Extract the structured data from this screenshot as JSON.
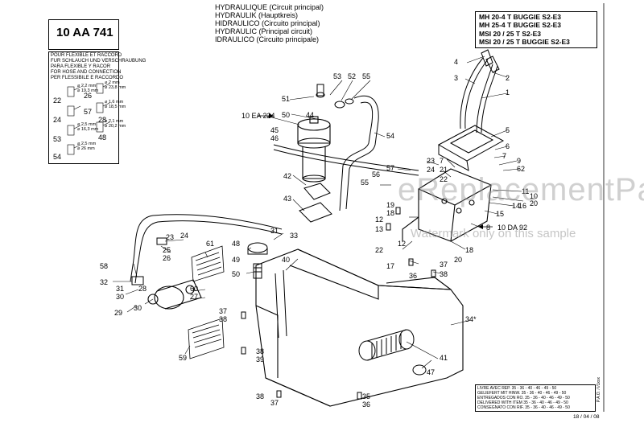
{
  "header": {
    "reference": "10 AA 741",
    "titles": [
      "HYDRAULIQUE (Circuit principal)",
      "HYDRAULIK (Hauptkreis)",
      "HIDRAULICO (Circuito principal)",
      "HYDRAULIC (Principal circuit)",
      "IDRAULICO (Circuito principale)"
    ],
    "models": [
      "MH 20-4 T BUGGIE S2-E3",
      "MH 25-4 T BUGGIE S2-E3",
      "MSI 20 / 25 T S2-E3",
      "MSI 20 / 25 T BUGGIE S2-E3"
    ]
  },
  "legend": {
    "lines": [
      "POUR FLEXIBLE ET RACCORD",
      "FUR SCHLAUCH UND VERSCHRAUBUNG",
      "PARA FLEXIBLE Y RACOR",
      "FOR HOSE AND CONNECTION",
      "PER FLESSIBILE E RACCORDO"
    ],
    "entries": [
      {
        "num": "22",
        "m1": "2,2 mm",
        "m2": "19,3 mm"
      },
      {
        "num": "26",
        "m1": "2 mm",
        "m2": "23,8 mm"
      },
      {
        "num": "57",
        "m1": "",
        "": "",
        "m2": ""
      },
      {
        "num": "28",
        "m1": "1,6 mm",
        "m2": "18,5 mm"
      },
      {
        "num": "24",
        "m1": "2,5 mm",
        "m2": "16,3 mm"
      },
      {
        "num": "53",
        "m1": "2,5 mm",
        "m2": "26 mm"
      },
      {
        "num": "48",
        "m1": "2,1 mm",
        "m2": "20,2 mm"
      },
      {
        "num": "54",
        "m1": "",
        "": "",
        "m2": ""
      }
    ]
  },
  "callouts": {
    "ea224": "10 EA 224",
    "da92": "10 DA 92",
    "asterisk_part": "34*"
  },
  "footer": {
    "lines": [
      "LIVRE AVEC REP. 35 - 36 - 40 - 46 - 49 - 50",
      "GELIEFERT MIT HINW. 35 - 36 - 40 - 46 - 49 - 50",
      "ENTREGADOS CON RO. 35 - 36 - 40 - 46 - 49 - 50",
      "DELIVERED WITH ITEM 35 - 36 - 40 - 46 - 49 - 50",
      "CONSEGNATO CON RIF. 35 - 36 - 40 - 46 - 49 - 50"
    ],
    "side_code": "P.A.O. / l/1xxx",
    "page": "18 / 04 / 08"
  },
  "watermark": {
    "main": "eReplacementParts.com",
    "sub": "Watermark only on this sample"
  }
}
